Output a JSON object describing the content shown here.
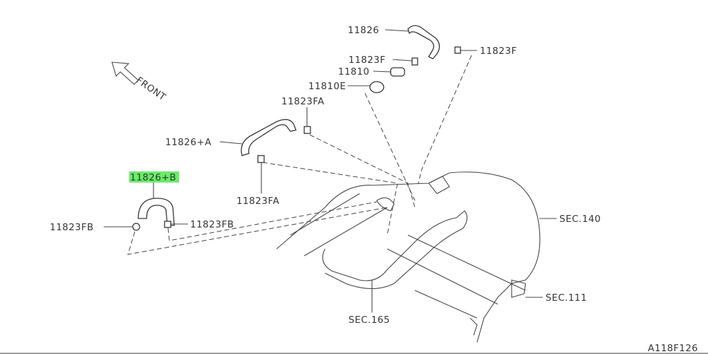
{
  "diagram": {
    "code": "A118F126",
    "front_label": "FRONT",
    "highlight_color": "#66ee66",
    "labels": {
      "hose_11826": "11826",
      "clip_11823f_left": "11823F",
      "clip_11823f_right": "11823F",
      "valve_11810": "11810",
      "grommet_11810e": "11810E",
      "clip_11823fa_top": "11823FA",
      "hose_11826a": "11826+A",
      "hose_11826b": "11826+B",
      "clip_11823fa_bottom": "11823FA",
      "clip_11823fb_left": "11823FB",
      "clip_11823fb_right": "11823FB",
      "sec_140": "SEC.140",
      "sec_111": "SEC.111",
      "sec_165": "SEC.165"
    }
  }
}
